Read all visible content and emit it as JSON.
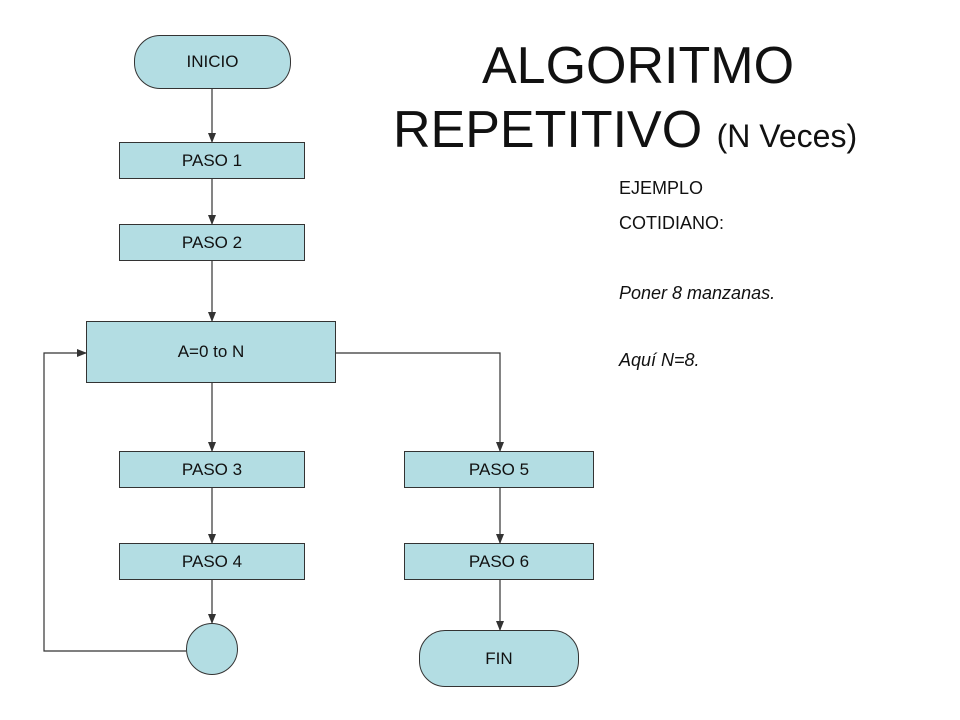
{
  "title": {
    "line1": "ALGORITMO",
    "line2": "REPETITIVO",
    "line2_suffix": "(N Veces)"
  },
  "example": {
    "label_line1": "EJEMPLO",
    "label_line2": "COTIDIANO:",
    "item": "Poner 8 manzanas.",
    "note": "Aquí N=8."
  },
  "nodes": {
    "inicio": "INICIO",
    "paso1": "PASO 1",
    "paso2": "PASO 2",
    "loop": "A=0  to  N",
    "paso3": "PASO 3",
    "paso4": "PASO 4",
    "paso5": "PASO 5",
    "paso6": "PASO 6",
    "fin": "FIN"
  },
  "colors": {
    "node_fill": "#b3dde3",
    "stroke": "#333333"
  }
}
